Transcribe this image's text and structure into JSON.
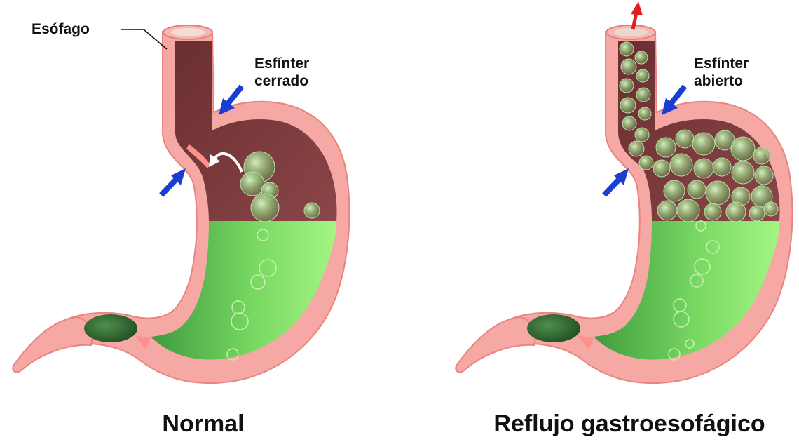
{
  "panels": [
    {
      "caption": "Normal",
      "sphincter_label_line1": "Esfínter",
      "sphincter_label_line2": "cerrado",
      "sphincter_state": "closed"
    },
    {
      "caption": "Reflujo gastroesofágico",
      "sphincter_label_line1": "Esfínter",
      "sphincter_label_line2": "abierto",
      "sphincter_state": "open"
    }
  ],
  "esophagus_label": "Esófago",
  "colors": {
    "wall": "#f5a8a4",
    "wall_dark": "#e9847f",
    "cavity": "#7b3a3c",
    "acid_light": "#9cf07a",
    "acid_dark": "#3f9b3e",
    "arrow_blue": "#1a3fd0",
    "arrow_red": "#e02020"
  }
}
